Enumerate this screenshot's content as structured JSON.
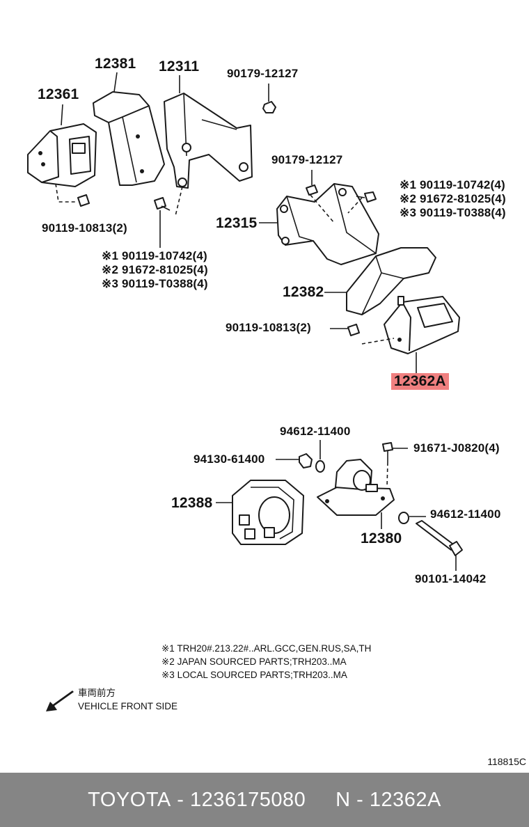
{
  "labels": {
    "p12381": "12381",
    "p12311": "12311",
    "p12361": "12361",
    "p90179_a": "90179-12127",
    "p90179_b": "90179-12127",
    "p90119_10813_a": "90119-10813(2)",
    "p90119_10813_b": "90119-10813(2)",
    "left_bolts": [
      "※1 90119-10742(4)",
      "※2 91672-81025(4)",
      "※3 90119-T0388(4)"
    ],
    "right_bolts": [
      "※1 90119-10742(4)",
      "※2 91672-81025(4)",
      "※3 90119-T0388(4)"
    ],
    "p12315": "12315",
    "p12382": "12382",
    "p12362A": "12362A",
    "p94612_a": "94612-11400",
    "p94612_b": "94612-11400",
    "p94130": "94130-61400",
    "p91671": "91671-J0820(4)",
    "p12388": "12388",
    "p12380": "12380",
    "p90101": "90101-14042"
  },
  "notes": [
    "※1 TRH20#.213.22#..ARL.GCC,GEN.RUS,SA,TH",
    "※2 JAPAN SOURCED PARTS;TRH203..MA",
    "※3 LOCAL SOURCED PARTS;TRH203..MA"
  ],
  "front_jp": "車両前方",
  "front_en": "VEHICLE FRONT SIDE",
  "figure_code": "118815C",
  "footer": {
    "brand": "TOYOTA",
    "part_number": "1236175080",
    "ref": "N - 12362A"
  },
  "colors": {
    "highlight": "#f08080",
    "footer_bg": "#858585"
  },
  "icons": {
    "front_arrow": "arrow-down-left-icon"
  }
}
